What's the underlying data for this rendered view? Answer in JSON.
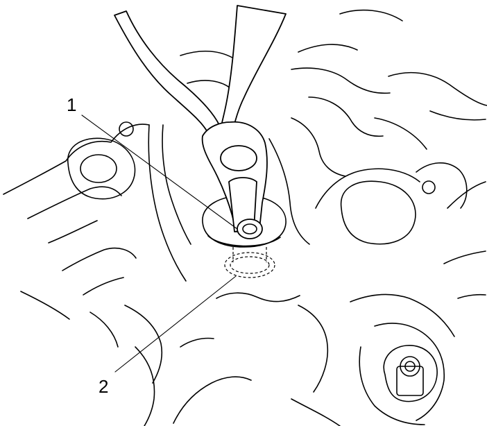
{
  "callouts": [
    {
      "id": "1",
      "label": "1"
    },
    {
      "id": "2",
      "label": "2"
    }
  ],
  "colors": {
    "stroke": "#000000",
    "background": "#ffffff"
  }
}
